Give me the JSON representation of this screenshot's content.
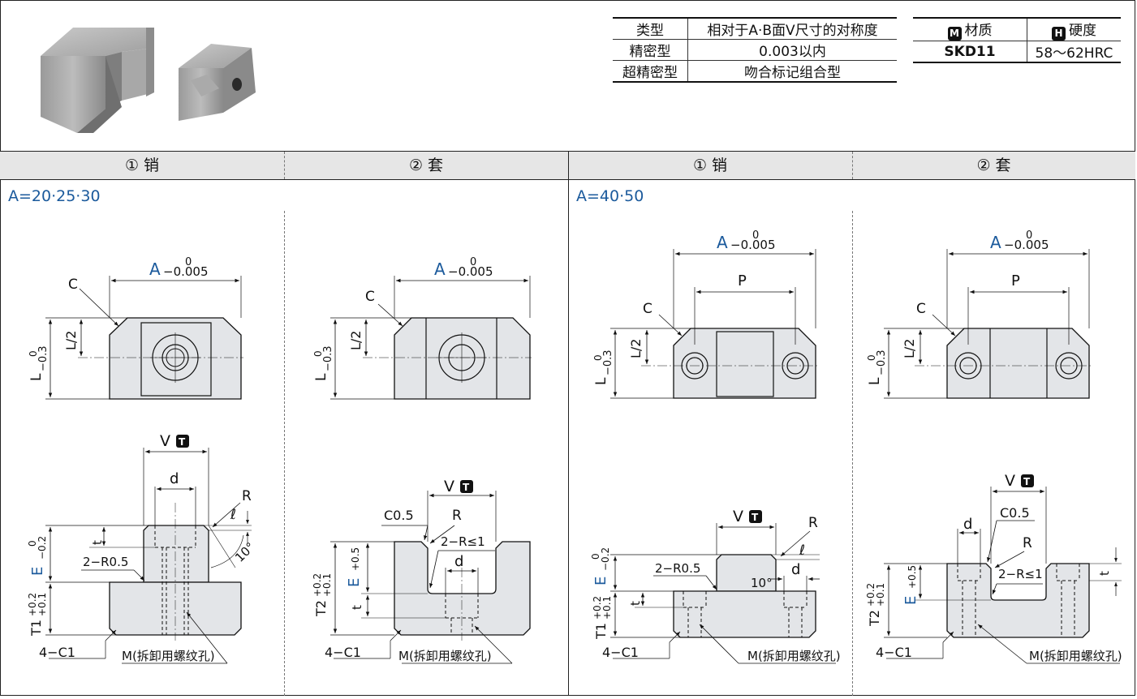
{
  "spec_table": {
    "headers": [
      "类型",
      "相对于A·B面V尺寸的对称度"
    ],
    "rows": [
      [
        "精密型",
        "0.003以内"
      ],
      [
        "超精密型",
        "吻合标记组合型"
      ]
    ]
  },
  "material_table": {
    "material_badge": "M",
    "material_label": "材质",
    "hardness_badge": "H",
    "hardness_label": "硬度",
    "material_value": "SKD11",
    "hardness_value": "58～62HRC"
  },
  "columns": [
    "① 销",
    "② 套",
    "① 销",
    "② 套"
  ],
  "groups": [
    "A=20·25·30",
    "A=40·50"
  ],
  "labels": {
    "A": "A",
    "tol_upper": "0",
    "tol_lower": "−0.005",
    "C": "C",
    "P": "P",
    "L": "L",
    "L_tol_upper": "0",
    "L_tol_lower": "−0.3",
    "L_half": "L/2",
    "V": "V",
    "T_badge": "T",
    "d": "d",
    "R": "R",
    "ell": "ℓ",
    "t": "t",
    "angle": "10°",
    "r05": "2−R0.5",
    "E": "E",
    "E_tol_upper": "0",
    "E_tol_lower": "−0.2",
    "E_plus": "+0.5",
    "T1": "T1",
    "T2": "T2",
    "T_tol_upper": "+0.2",
    "T_tol_lower": "+0.1",
    "c1": "4−C1",
    "m_hole": "M(拆卸用螺纹孔)",
    "c05": "C0.5",
    "r_le1": "2−R≤1"
  },
  "colors": {
    "accent_blue": "#1b5a9c",
    "header_bg": "#e6e6e6",
    "part_fill": "#e3e5e8"
  }
}
